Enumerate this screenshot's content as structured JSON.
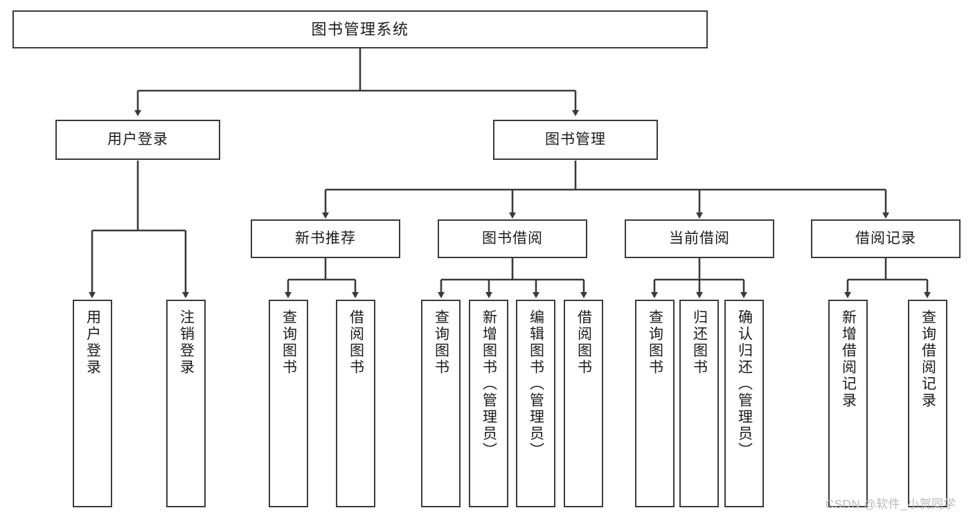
{
  "diagram": {
    "title": "图书管理系统",
    "type": "tree-structure-chart",
    "root": {
      "label": "图书管理系统"
    },
    "level1": [
      {
        "label": "用户登录"
      },
      {
        "label": "图书管理"
      }
    ],
    "level2": [
      {
        "label": "新书推荐"
      },
      {
        "label": "图书借阅"
      },
      {
        "label": "当前借阅"
      },
      {
        "label": "借阅记录"
      }
    ],
    "leaves": {
      "user_login": [
        {
          "label": "用户登录"
        },
        {
          "label": "注销登录"
        }
      ],
      "new_book_recommend": [
        {
          "label": "查询图书"
        },
        {
          "label": "借阅图书"
        }
      ],
      "book_borrow": [
        {
          "label": "查询图书"
        },
        {
          "label": "新增图书（管理员）"
        },
        {
          "label": "编辑图书（管理员）"
        },
        {
          "label": "借阅图书"
        }
      ],
      "current_borrow": [
        {
          "label": "查询图书"
        },
        {
          "label": "归还图书"
        },
        {
          "label": "确认归还（管理员）"
        }
      ],
      "borrow_record": [
        {
          "label": "新增借阅记录"
        },
        {
          "label": "查询借阅记录"
        }
      ]
    }
  },
  "watermark": {
    "text": "CSDN @软件_小贺同学"
  },
  "colors": {
    "stroke": "#3a3a3a",
    "fill": "#ffffff",
    "text": "#1b1b1b",
    "watermark": "#b9b9b9"
  }
}
